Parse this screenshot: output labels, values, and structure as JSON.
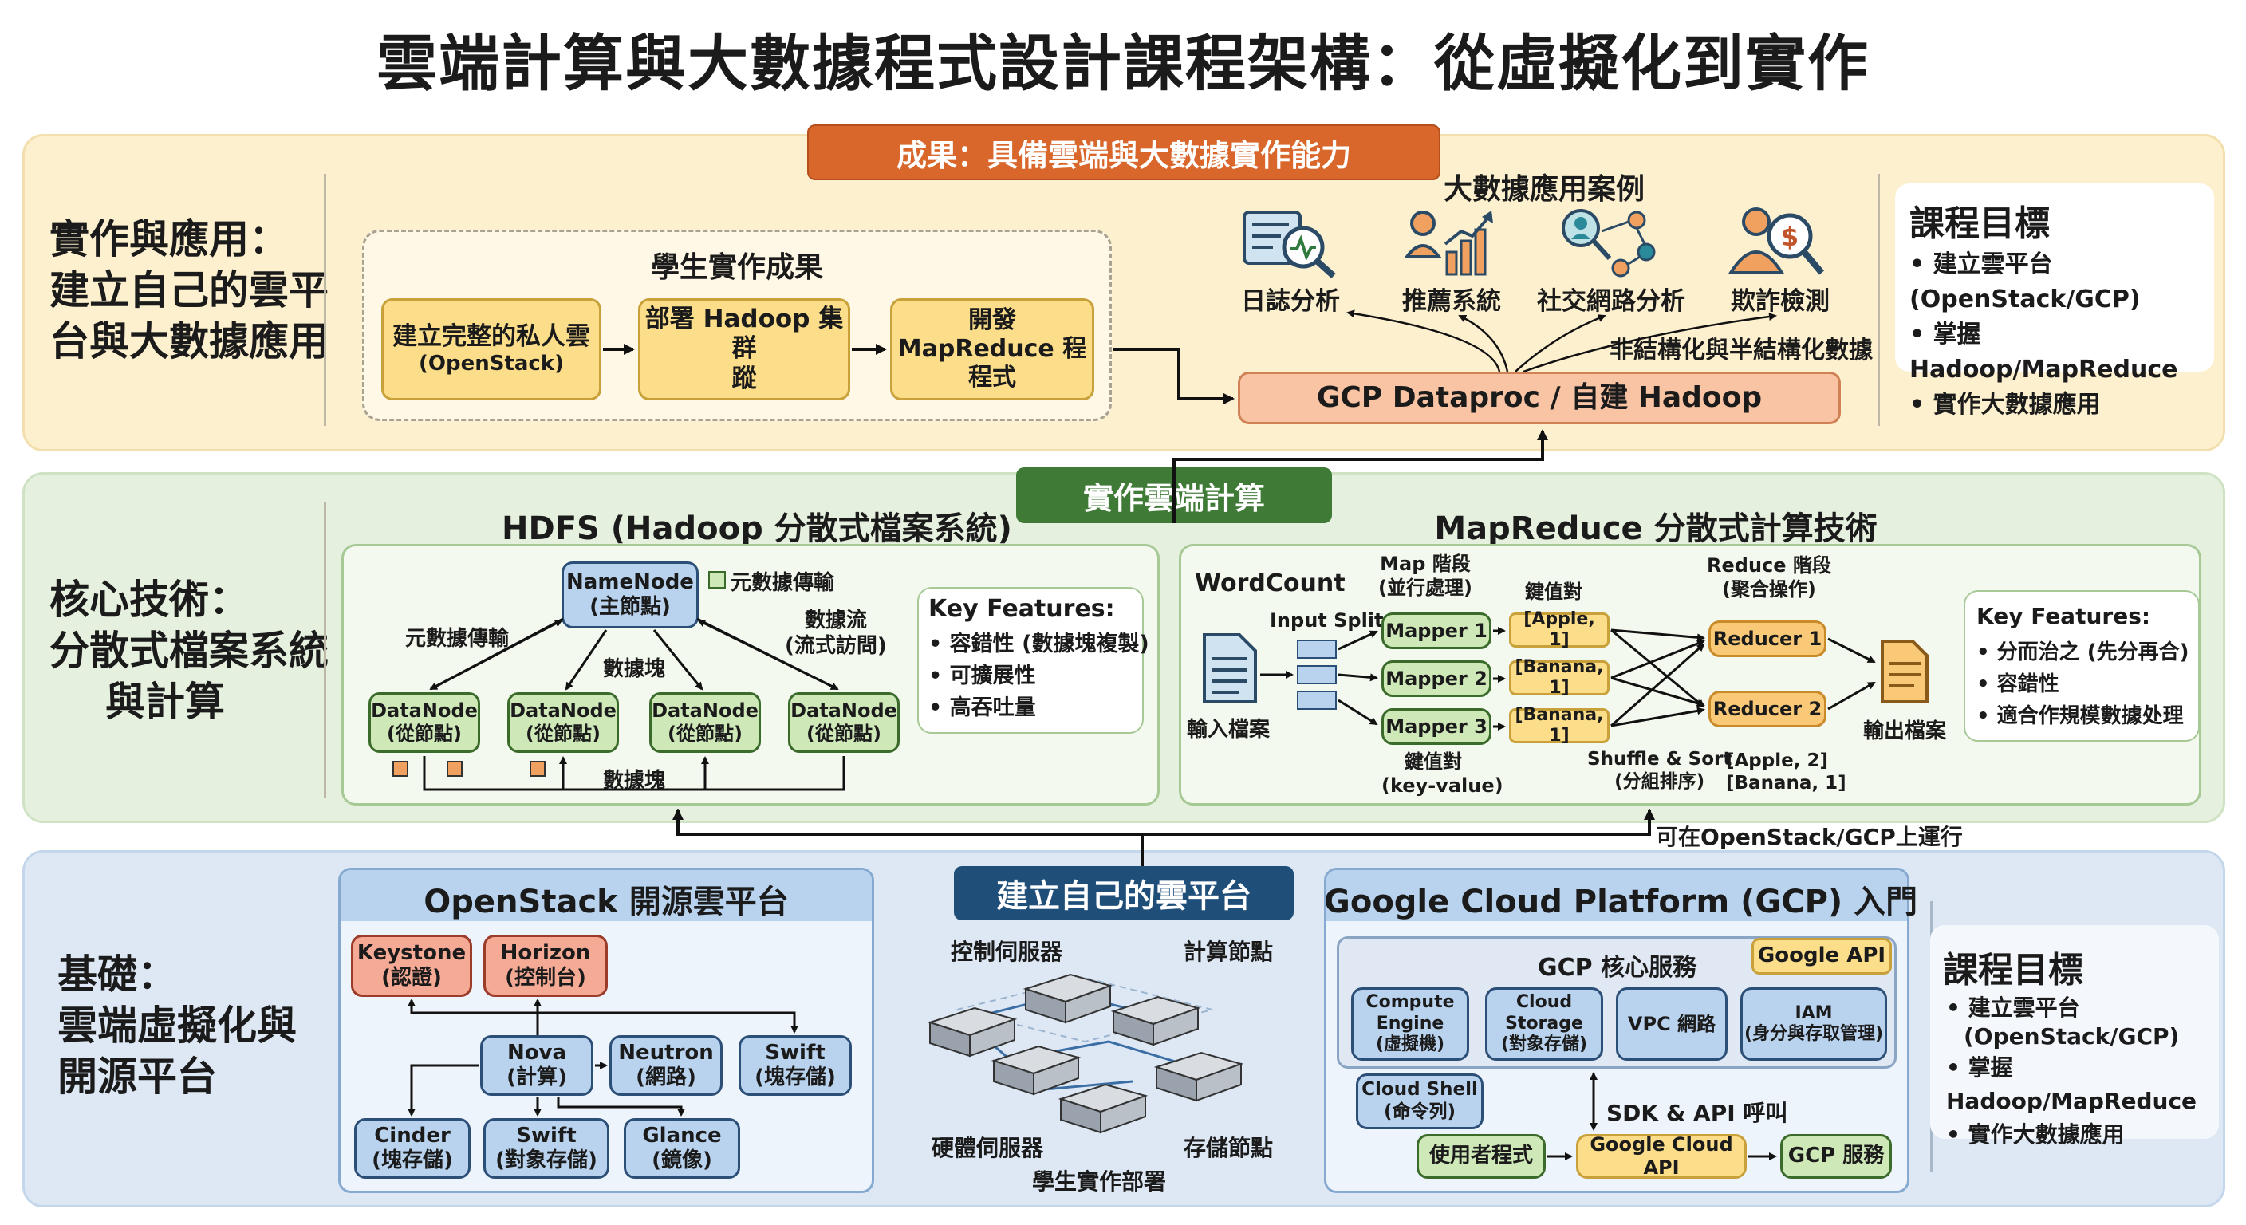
{
  "title": "雲端計算與大數據程式設計課程架構：從虛擬化到實作",
  "top": {
    "side_label": [
      "實作與應用：",
      "建立自己的雲平",
      "台與大數據應用"
    ],
    "banner": "成果：具備雲端與大數據實作能力",
    "student": {
      "title": "學生實作成果",
      "steps": [
        {
          "line1": "建立完整的私人雲",
          "line2": "(OpenStack)"
        },
        {
          "line1": "部署 Hadoop 集群",
          "line2": "蹤"
        },
        {
          "line1": "開發",
          "line2": "MapReduce 程",
          "line3": "程式"
        }
      ]
    },
    "cases_title": "大數據應用案例",
    "cases": [
      "日誌分析",
      "推薦系統",
      "社交網路分析",
      "欺詐檢測"
    ],
    "unstructured": "非結構化與半結構化數據",
    "dataproc": "GCP Dataproc / 自建 Hadoop",
    "goals": {
      "title": "課程目標",
      "items": [
        "建立雲平台 (OpenStack/GCP)",
        "掌握 Hadoop/MapReduce",
        "實作大數據應用"
      ]
    }
  },
  "mid": {
    "side_label": [
      "核心技術：",
      "分散式檔案系統",
      "與計算"
    ],
    "banner": "實作雲端計算",
    "hdfs": {
      "title": "HDFS (Hadoop 分散式檔案系統)",
      "namenode": [
        "NameNode",
        "(主節點)"
      ],
      "legend": "元數據傳輸",
      "datanode": [
        "DataNode",
        "(從節點)"
      ],
      "labels": {
        "meta": "元數據傳輸",
        "block_mid": "數據塊",
        "stream": [
          "數據流",
          "(流式訪問)"
        ],
        "block_bottom": "數據塊"
      },
      "features_title": "Key Features:",
      "features": [
        "容錯性 (數據塊複製)",
        "可擴展性",
        "高吞吐量"
      ]
    },
    "mapreduce": {
      "title": "MapReduce 分散式計算技術",
      "wordcount": "WordCount",
      "input_split": "Input Split",
      "input_file": "輸入檔案",
      "map_stage": [
        "Map 階段",
        "(並行處理)"
      ],
      "kv_pair": "鍵值對",
      "mappers": [
        "Mapper 1",
        "Mapper 2",
        "Mapper 3"
      ],
      "pairs": [
        "[Apple, 1]",
        "[Banana, 1]",
        "[Banana, 1]"
      ],
      "kv_bottom": [
        "鍵值對",
        "(key-value)"
      ],
      "reduce_stage": [
        "Reduce 階段",
        "(聚合操作)"
      ],
      "reducers": [
        "Reducer 1",
        "Reducer 2"
      ],
      "shuffle": [
        "Shuffle & Sort",
        "(分組排序)"
      ],
      "result": [
        "[Apple, 2]",
        "[Banana, 1]"
      ],
      "output_file": "輸出檔案",
      "features_title": "Key Features:",
      "features": [
        "分而治之 (先分再合)",
        "容錯性",
        "適合作規模數據处理"
      ]
    },
    "runs_on": "可在OpenStack/GCP上運行"
  },
  "bot": {
    "side_label": [
      "基礎：",
      "雲端虛擬化與",
      "開源平台"
    ],
    "openstack": {
      "title": "OpenStack 開源雲平台",
      "keystone": [
        "Keystone",
        "(認證)"
      ],
      "horizon": [
        "Horizon",
        "(控制台)"
      ],
      "nova": [
        "Nova",
        "(計算)"
      ],
      "neutron": [
        "Neutron",
        "(網路)"
      ],
      "swift1": [
        "Swift",
        "(塊存儲)"
      ],
      "cinder": [
        "Cinder",
        "(塊存儲)"
      ],
      "swift2": [
        "Swift",
        "(對象存儲)"
      ],
      "glance": [
        "Glance",
        "(鏡像)"
      ]
    },
    "own_cloud": {
      "title": "建立自己的雲平台",
      "control": "控制伺服器",
      "compute": "計算節點",
      "hardware": "硬體伺服器",
      "storage": "存儲節點",
      "deploy": "學生實作部署"
    },
    "gcp": {
      "title": "Google Cloud Platform (GCP) 入門",
      "core": "GCP 核心服務",
      "api_badge": "Google API",
      "services": [
        [
          "Compute",
          "Engine",
          "(虛擬機)"
        ],
        [
          "Cloud",
          "Storage",
          "(對象存儲)"
        ],
        [
          "VPC 網路"
        ],
        [
          "IAM",
          "(身分與存取管理)"
        ]
      ],
      "shell": [
        "Cloud Shell",
        "(命令列)"
      ],
      "sdk": "SDK & API 呼叫",
      "user_program": "使用者程式",
      "cloud_api": "Google Cloud API",
      "gcp_service": "GCP 服務"
    },
    "goals": {
      "title": "課程目標",
      "items": [
        "建立雲平台",
        "(OpenStack/GCP)",
        "掌握 Hadoop/MapReduce",
        "實作大數據應用"
      ]
    }
  },
  "colors": {
    "banner_orange": "#d9672c",
    "banner_green": "#3f7a36",
    "banner_navy": "#1f4e79",
    "band_yellow": "#fdf0cf",
    "band_green": "#e6f0df",
    "band_blue": "#dde8f4"
  }
}
